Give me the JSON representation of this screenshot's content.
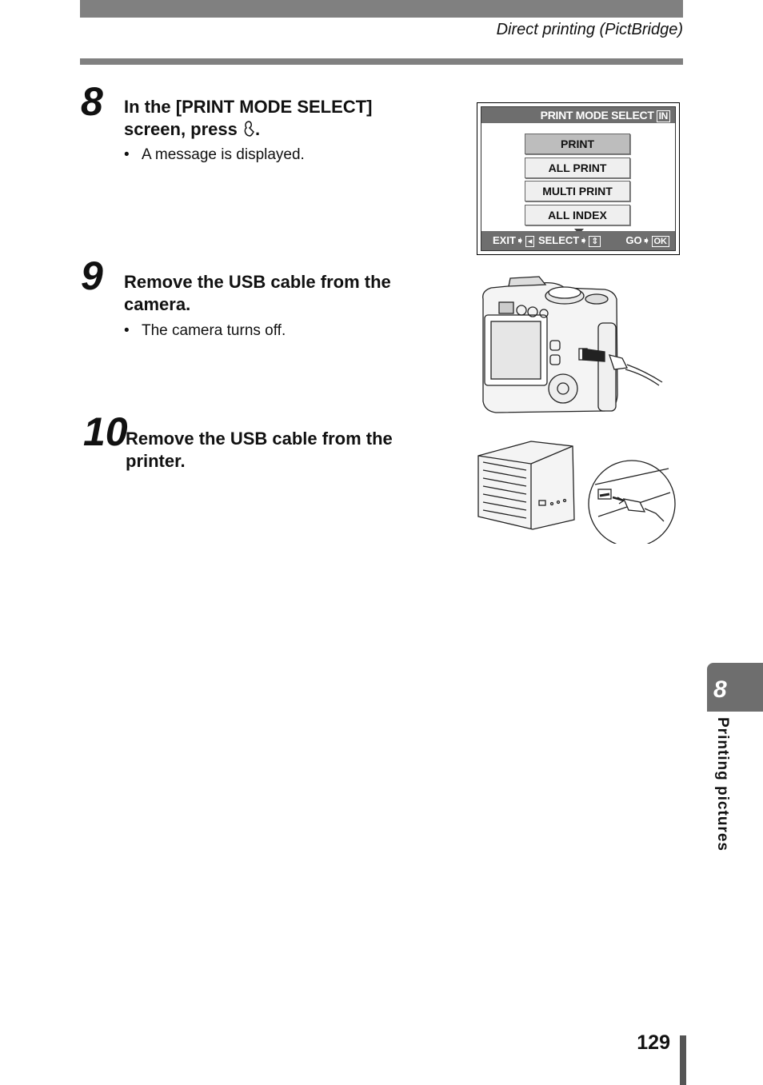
{
  "header": {
    "running_title": "Direct printing (PictBridge)"
  },
  "steps": [
    {
      "number": "8",
      "title": "In the [PRINT MODE SELECT] screen, press ",
      "title_icon": "ok-button-icon",
      "title_end": ".",
      "note": "A message is displayed."
    },
    {
      "number": "9",
      "title": "Remove the USB cable from the camera.",
      "note": "The camera turns off."
    },
    {
      "number": "10",
      "title": "Remove the USB cable from the printer."
    }
  ],
  "lcd": {
    "title": "PRINT MODE SELECT",
    "memory": "IN",
    "options": [
      "PRINT",
      "ALL PRINT",
      "MULTI PRINT",
      "ALL INDEX"
    ],
    "selected": "PRINT",
    "footer_exit": "EXIT",
    "footer_select": "SELECT",
    "footer_go": "GO",
    "footer_ok": "OK"
  },
  "side_tab": {
    "number": "8",
    "label": "Printing pictures"
  },
  "page_number": "129",
  "colors": {
    "band": "#808080",
    "tab": "#6e6e6e",
    "lcd_bar": "#6e6e6e"
  }
}
